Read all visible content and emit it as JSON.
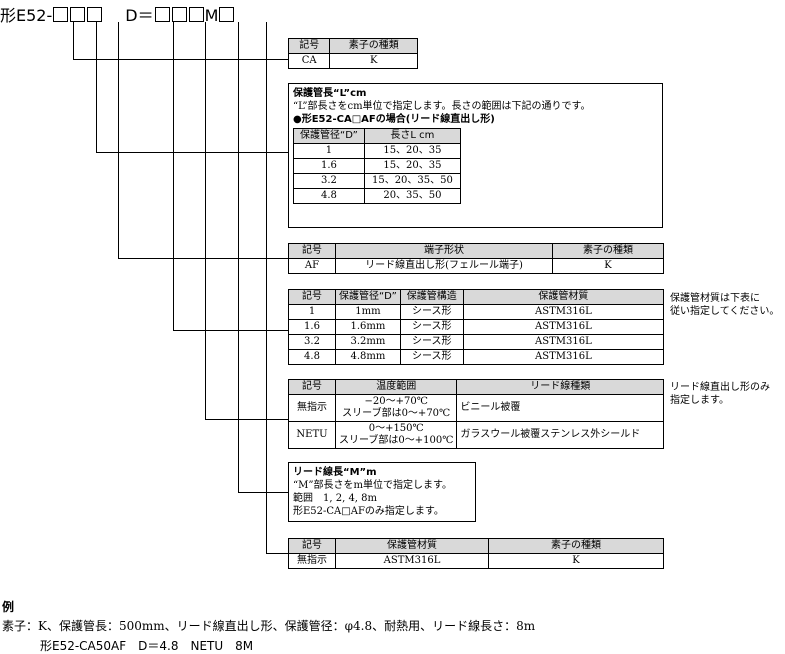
{
  "title": {
    "prefix": "形E52-",
    "middle": "D＝",
    "suffix": "M"
  },
  "table_element": {
    "headers": [
      "記号",
      "素子の種類"
    ],
    "rows": [
      [
        "CA",
        "K"
      ]
    ]
  },
  "panel_length": {
    "heading": "保護管長“L”cm",
    "desc": "“L”部長さをcm単位で指定します。長さの範囲は下記の通りです。",
    "sub": "●形E52-CA□AFの場合(リード線直出し形)",
    "headers": [
      "保護管径“D”",
      "長さL cm"
    ],
    "rows": [
      [
        "1",
        "15、20、35"
      ],
      [
        "1.6",
        "15、20、35"
      ],
      [
        "3.2",
        "15、20、35、50"
      ],
      [
        "4.8",
        "20、35、50"
      ]
    ]
  },
  "table_terminal": {
    "headers": [
      "記号",
      "端子形状",
      "素子の種類"
    ],
    "rows": [
      [
        "AF",
        "リード線直出し形(フェルール端子)",
        "K"
      ]
    ]
  },
  "table_tube": {
    "headers": [
      "記号",
      "保護管径“D”",
      "保護管構造",
      "保護管材質"
    ],
    "rows": [
      [
        "1",
        "1mm",
        "シース形",
        "ASTM316L"
      ],
      [
        "1.6",
        "1.6mm",
        "シース形",
        "ASTM316L"
      ],
      [
        "3.2",
        "3.2mm",
        "シース形",
        "ASTM316L"
      ],
      [
        "4.8",
        "4.8mm",
        "シース形",
        "ASTM316L"
      ]
    ],
    "note_1": "保護管材質は下表に",
    "note_2": "従い指定してください。"
  },
  "table_lead": {
    "headers": [
      "記号",
      "温度範囲",
      "リード線種類"
    ],
    "rows": [
      {
        "code": "無指示",
        "temp_1": "−20～+70℃",
        "temp_2": "スリーブ部は0～+70℃",
        "type": "ビニール被覆"
      },
      {
        "code": "NETU",
        "temp_1": "0～+150℃",
        "temp_2": "スリーブ部は0～+100℃",
        "type": "ガラスウール被覆ステンレス外シールド"
      }
    ],
    "note_1": "リード線直出し形のみ",
    "note_2": "指定します。"
  },
  "panel_lead_length": {
    "heading": "リード線長“M”m",
    "line_1": "“M”部長さをm単位で指定します。",
    "line_2": "範囲　1, 2, 4, 8m",
    "line_3": "形E52-CA□AFのみ指定します。"
  },
  "table_material": {
    "headers": [
      "記号",
      "保護管材質",
      "素子の種類"
    ],
    "rows": [
      [
        "無指示",
        "ASTM316L",
        "K"
      ]
    ]
  },
  "example": {
    "heading": "例",
    "line_1": "素子：K、保護管長：500mm、リード線直出し形、保護管径：φ4.8、耐熱用、リード線長さ：8m",
    "line_2": "形E52-CA50AF　D＝4.8　NETU　8M"
  }
}
